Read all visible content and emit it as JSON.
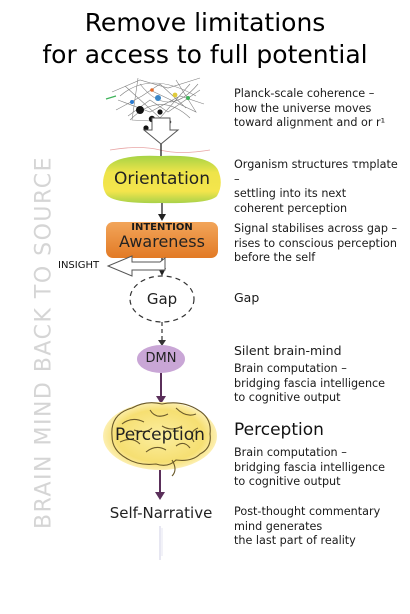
{
  "title": {
    "line1": "Remove limitations",
    "line2": "for access to full potential"
  },
  "side_label": "BRAIN MIND BACK TO SOURCE",
  "stages": {
    "orientation": "Orientation",
    "intention": "INTENTION",
    "awareness": "Awareness",
    "insight": "INSIGHT",
    "gap": "Gap",
    "dmn": "DMN",
    "perception": "Perception",
    "self_narrative": "Self-Narrative"
  },
  "descriptions": {
    "planck": [
      "Planck-scale coherence –",
      "how the universe moves",
      "toward alignment and or  r¹"
    ],
    "orientation": [
      "Organism structures τmplate –",
      "settling into its next",
      "coherent perception"
    ],
    "awareness": [
      "Signal stabilises across gap –",
      "rises to conscious perception",
      "before the self"
    ],
    "gap": "Gap",
    "dmn_heading": "Silent brain-mind",
    "dmn": [
      "Brain computation –",
      "bridging fascia intelligence",
      "to cognitive output"
    ],
    "perception_heading": "Perception",
    "perception": [
      "Brain computation –",
      "bridging fascia intelligence",
      "to cognitive output"
    ],
    "self_narrative": [
      "Post-thought commentary",
      "mind generates",
      "the last part of reality"
    ]
  },
  "colors": {
    "orientation_yellow": "#f3e84a",
    "orientation_green": "#9ccf3e",
    "awareness_orange": "#ea8a33",
    "dmn_purple": "#c9a6d6",
    "perception_yellow": "#f6e07e",
    "arrow_purple": "#5a2f5a"
  }
}
